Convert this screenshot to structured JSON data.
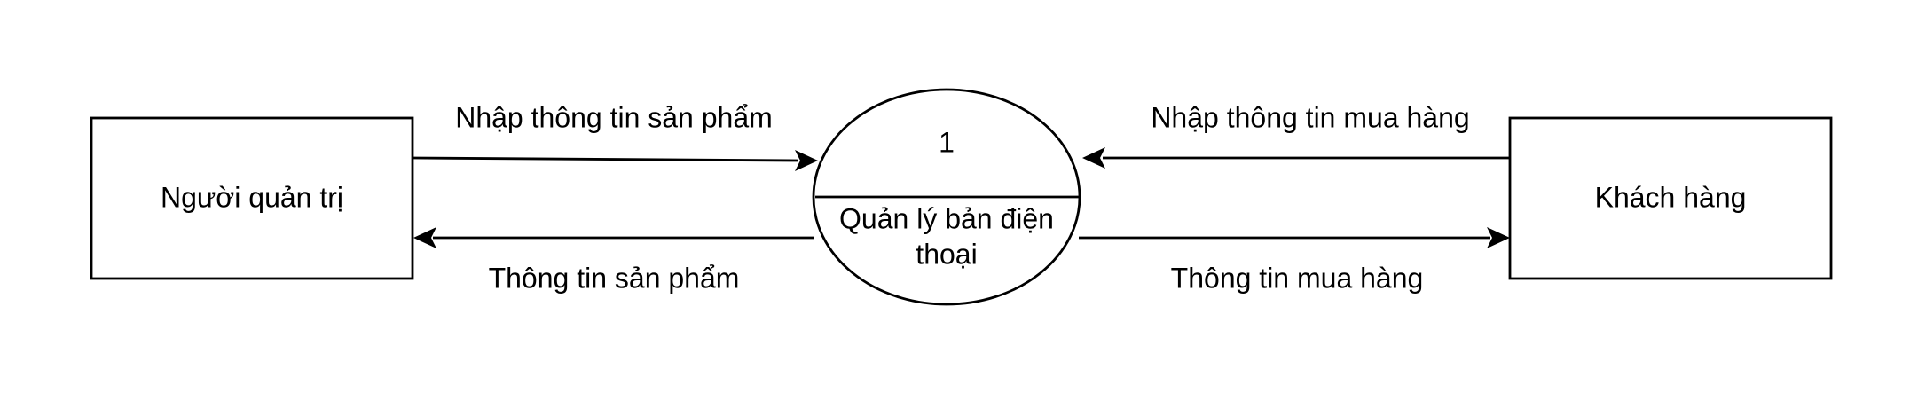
{
  "diagram": {
    "entities": {
      "admin": "Người quản trị",
      "customer": "Khách hàng"
    },
    "process": {
      "number": "1",
      "name_line1": "Quản lý bản điện",
      "name_line2": "thoại"
    },
    "flows": {
      "admin_to_process": "Nhập thông tin sản phẩm",
      "process_to_admin": "Thông tin sản phẩm",
      "customer_to_process": "Nhập thông tin mua hàng",
      "process_to_customer": "Thông tin mua hàng"
    }
  }
}
